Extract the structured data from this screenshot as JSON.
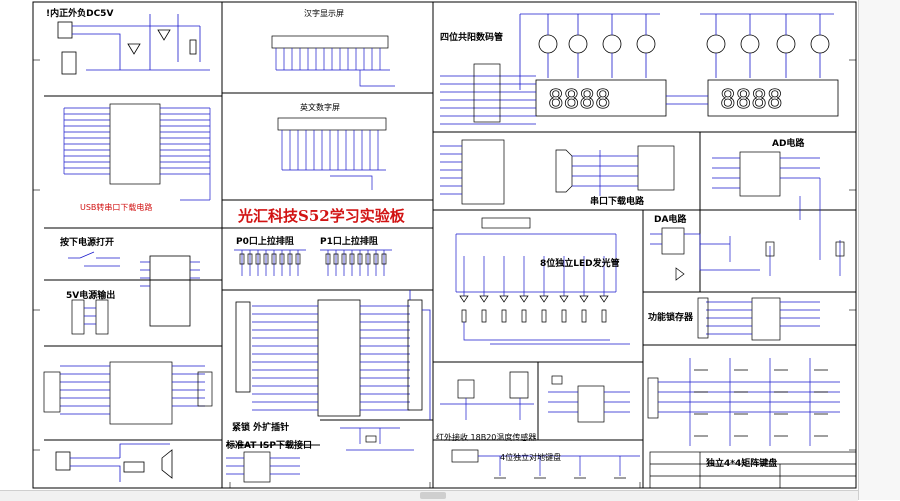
{
  "labels": {
    "dc_power": "!内正外负DC5V",
    "hanzi_screen": "汉字显示屏",
    "english_screen": "英文数字屏",
    "seven_seg": "四位共阳数码管",
    "usb_download": "USB转串口下载电路",
    "main_title": "光汇科技S52学习实验板",
    "power_switch": "按下电源打开",
    "p0_pullup": "P0口上拉排阻",
    "p1_pullup": "P1口上拉排阻",
    "serial_download": "串口下载电路",
    "ad_circuit": "AD电路",
    "da_circuit": "DA电路",
    "led_8": "8位独立LED发光管",
    "output_5v": "5V电源输出",
    "latch": "功能锁存器",
    "lock_header": "紧锁 外扩插针",
    "isp": "标准AT ISP下载接口",
    "ir_temp": "红外接收 18B20温度传感器",
    "keys_4": "4位独立对地键盘",
    "matrix_4x4": "独立4*4矩阵键盘"
  },
  "colors": {
    "wire": "#1a1acc",
    "title": "#d21414",
    "frame": "#000000",
    "part": "#000000"
  }
}
